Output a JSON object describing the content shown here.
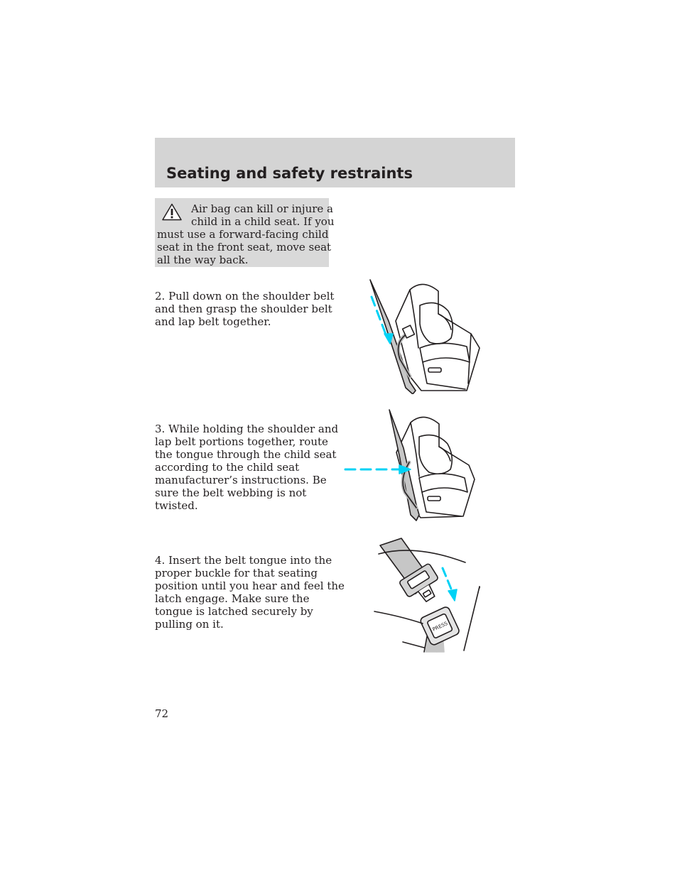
{
  "header": {
    "title": "Seating and safety restraints"
  },
  "warning": {
    "icon": "warning-triangle-icon",
    "lines": [
      "Air bag can kill or injure a",
      "child in a child seat. If you",
      "must use a forward-facing child",
      "seat in the front seat, move seat",
      "all the way back."
    ]
  },
  "steps": [
    {
      "lines": [
        "2. Pull down on the shoulder belt",
        "and then grasp the shoulder belt",
        "and lap belt together."
      ]
    },
    {
      "lines": [
        "3. While holding the shoulder and",
        "lap belt portions together, route",
        "the tongue through the child seat",
        "according to the child seat",
        "manufacturer’s instructions. Be",
        "sure the belt webbing is not",
        "twisted."
      ]
    },
    {
      "lines": [
        "4. Insert the belt tongue into the",
        "proper buckle for that seating",
        "position until you hear and feel the",
        "latch engage. Make sure the",
        "tongue is latched securely by",
        "pulling on it."
      ]
    }
  ],
  "illustrations": {
    "buckle_label": "PRESS"
  },
  "colors": {
    "header_band": "#d4d4d4",
    "warning_box": "#d9d9d9",
    "arrow": "#00d2f5"
  },
  "page_number": "72"
}
